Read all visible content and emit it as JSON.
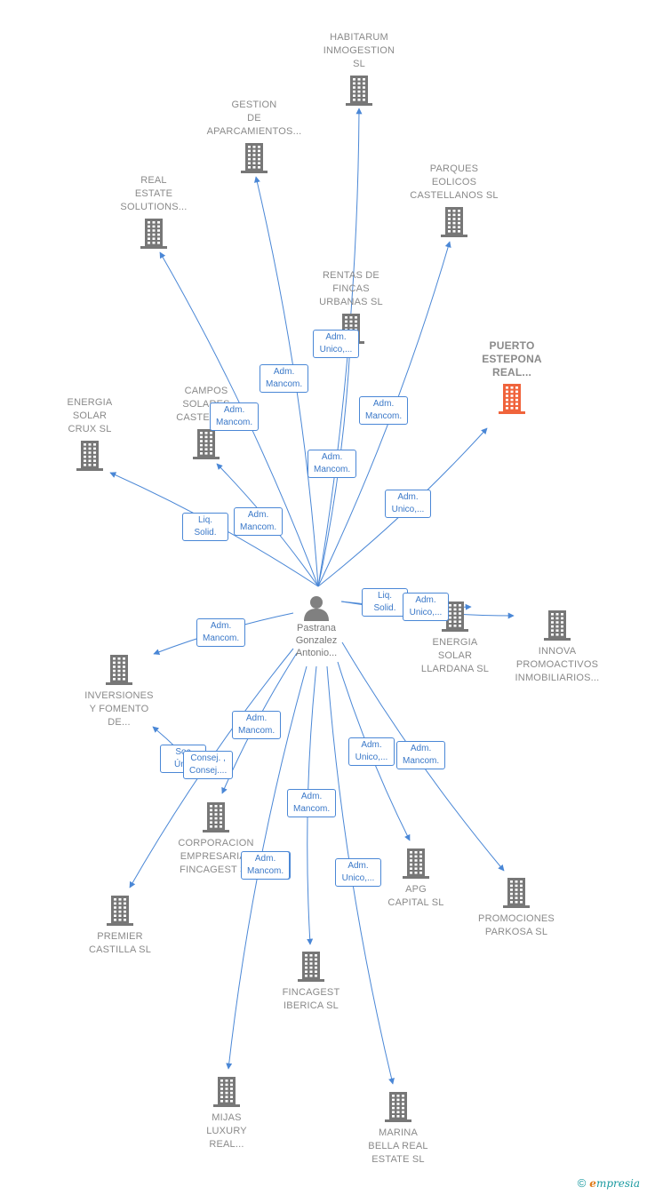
{
  "colors": {
    "edge": "#4a87d6",
    "node": "#777777",
    "highlight": "#f0643c",
    "text": "#8a8a8a"
  },
  "center": {
    "name": "Pastrana\nGonzalez\nAntonio...",
    "icon": "person-icon"
  },
  "nodes": [
    {
      "id": "habitarum",
      "label": "HABITARUM\nINMOGESTION\nSL",
      "icon": "building-icon"
    },
    {
      "id": "gestion",
      "label": "GESTION\nDE\nAPARCAMIENTOS...",
      "icon": "building-icon"
    },
    {
      "id": "real-estate",
      "label": "REAL\nESTATE\nSOLUTIONS...",
      "icon": "building-icon"
    },
    {
      "id": "parques",
      "label": "PARQUES\nEOLICOS\nCASTELLANOS SL",
      "icon": "building-icon"
    },
    {
      "id": "rentas",
      "label": "RENTAS DE\nFINCAS\nURBANAS SL",
      "icon": "building-icon"
    },
    {
      "id": "puerto",
      "label": "PUERTO\nESTEPONA\nREAL...",
      "icon": "building-icon",
      "highlight": true
    },
    {
      "id": "campos",
      "label": "CAMPOS\nSOLARES\nCASTELLA...",
      "icon": "building-icon"
    },
    {
      "id": "energia-crux",
      "label": "ENERGIA\nSOLAR\nCRUX SL",
      "icon": "building-icon"
    },
    {
      "id": "energia-llardana",
      "label": "ENERGIA\nSOLAR\nLLARDANA SL",
      "icon": "building-icon"
    },
    {
      "id": "innova",
      "label": "INNOVA\nPROMOACTIVOS\nINMOBILIARIOS...",
      "icon": "building-icon"
    },
    {
      "id": "inversiones",
      "label": "INVERSIONES\nY FOMENTO\nDE...",
      "icon": "building-icon"
    },
    {
      "id": "corporacion",
      "label": "CORPORACION\nEMPRESARIAL\nFINCAGEST SL",
      "icon": "building-icon"
    },
    {
      "id": "apg",
      "label": "APG\nCAPITAL  SL",
      "icon": "building-icon"
    },
    {
      "id": "promociones",
      "label": "PROMOCIONES\nPARKOSA SL",
      "icon": "building-icon"
    },
    {
      "id": "premier",
      "label": "PREMIER\nCASTILLA  SL",
      "icon": "building-icon"
    },
    {
      "id": "fincagest-iberica",
      "label": "FINCAGEST\nIBERICA SL",
      "icon": "building-icon"
    },
    {
      "id": "mijas",
      "label": "MIJAS\nLUXURY\nREAL...",
      "icon": "building-icon"
    },
    {
      "id": "marina",
      "label": "MARINA\nBELLA REAL\nESTATE  SL",
      "icon": "building-icon"
    }
  ],
  "edges": [
    {
      "to": "habitarum",
      "label": "Adm.\nUnico,..."
    },
    {
      "to": "gestion",
      "label": "Adm.\nMancom."
    },
    {
      "to": "real-estate",
      "label": "Adm.\nMancom."
    },
    {
      "to": "parques",
      "label": "Adm.\nMancom."
    },
    {
      "to": "rentas",
      "label": "Adm.\nMancom."
    },
    {
      "to": "puerto",
      "label": "Adm.\nUnico,..."
    },
    {
      "to": "campos",
      "label": "Adm.\nMancom."
    },
    {
      "to": "energia-crux",
      "label": "Liq.\nSolid."
    },
    {
      "to": "energia-llardana",
      "label": "Liq.\nSolid."
    },
    {
      "to": "innova",
      "label": "Adm.\nUnico,..."
    },
    {
      "to": "inversiones",
      "label": "Adm.\nMancom."
    },
    {
      "to": "inversiones-2",
      "label": "Soc\nÚnic"
    },
    {
      "to": "corporacion",
      "label": "Adm.\nMancom."
    },
    {
      "to": "corporacion-2",
      "label": "Consej. ,\nConsej...."
    },
    {
      "to": "apg",
      "label": "Adm.\nUnico,..."
    },
    {
      "to": "promociones",
      "label": "Adm.\nMancom."
    },
    {
      "to": "premier",
      "label": "Adm.\nMancom."
    },
    {
      "to": "fincagest-iberica",
      "label": "Adm.\nMancom."
    },
    {
      "to": "mijas",
      "label": "Adm.\nMancom."
    },
    {
      "to": "marina",
      "label": "Adm.\nUnico,..."
    }
  ],
  "footer": {
    "copyright": "©",
    "brand_first": "e",
    "brand_rest": "mpresia"
  }
}
